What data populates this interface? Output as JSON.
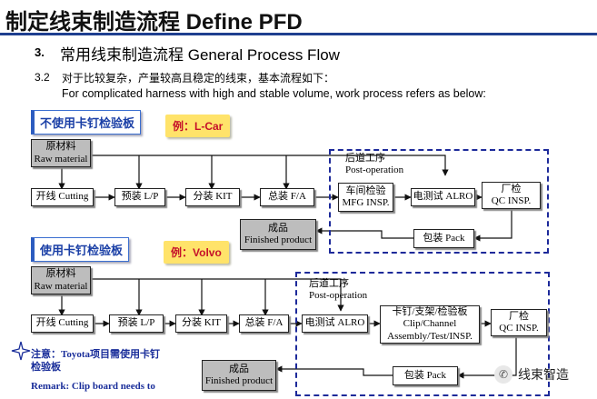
{
  "title": "制定线束制造流程 Define PFD",
  "section": {
    "number": "3.",
    "title": "常用线束制造流程 General Process Flow"
  },
  "subsection": {
    "number": "3.2",
    "text_cn": "对于比较复杂，产量较高且稳定的线束，基本流程如下：",
    "text_en": "For complicated harness with high and stable volume, work process refers as below:"
  },
  "flow1": {
    "tag": "不使用卡钉检验板",
    "example": "例：L-Car",
    "raw": [
      "原材料",
      "Raw material"
    ],
    "cutting": "开线 Cutting",
    "lp": "预装 L/P",
    "kit": "分装 KIT",
    "fa": "总装 F/A",
    "post": [
      "后道工序",
      "Post-operation"
    ],
    "mfg": [
      "车间检验",
      "MFG INSP."
    ],
    "alro": "电测试 ALRO",
    "qc": [
      "厂检",
      "QC INSP."
    ],
    "pack": "包装 Pack",
    "finished": [
      "成品",
      "Finished product"
    ]
  },
  "flow2": {
    "tag": "使用卡钉检验板",
    "example": "例：Volvo",
    "raw": [
      "原材料",
      "Raw material"
    ],
    "cutting": "开线 Cutting",
    "lp": "预装 L/P",
    "kit": "分装 KIT",
    "fa": "总装 F/A",
    "post": [
      "后道工序",
      "Post-operation"
    ],
    "alro": "电测试 ALRO",
    "clip": [
      "卡钉/支架/检验板",
      "Clip/Channel",
      "Assembly/Test/INSP."
    ],
    "qc": [
      "厂检",
      "QC INSP."
    ],
    "pack": "包装 Pack",
    "finished": [
      "成品",
      "Finished product"
    ]
  },
  "note": {
    "cn_line1": "注意：Toyota项目需使用卡钉",
    "cn_line2": "检验板",
    "en": "Remark: Clip board needs to"
  },
  "watermark": "线束智造",
  "colors": {
    "rule": "#1f3f8f",
    "dash": "#1d2a9a",
    "tag_text": "#1a3fa6",
    "example_bg": "#ffe36a",
    "example_text": "#c5102a",
    "gray_box": "#bdbdbd"
  }
}
